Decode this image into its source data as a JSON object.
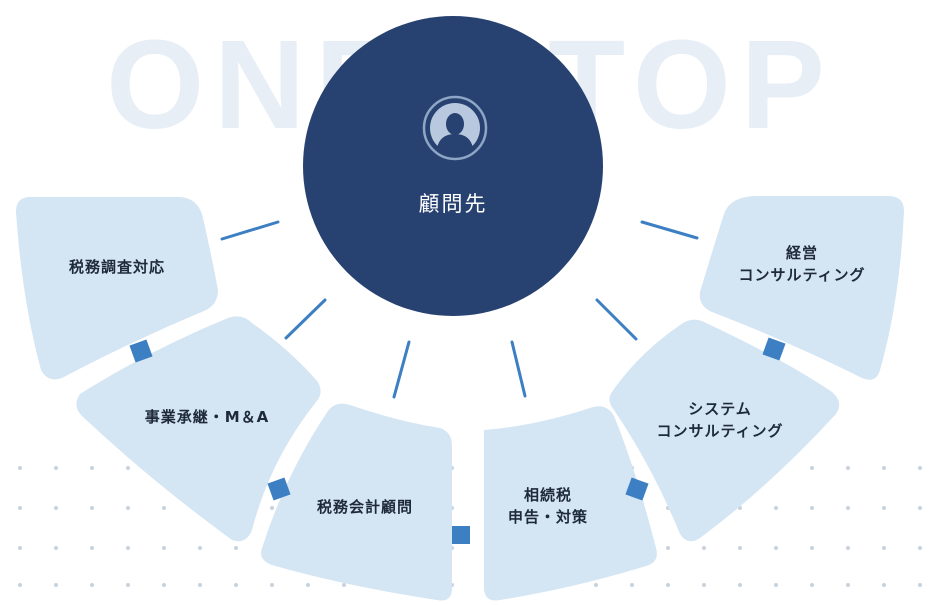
{
  "background_text": "ONE STOP",
  "center": {
    "label": "顧問先",
    "icon": "user-avatar-icon"
  },
  "services": {
    "s1": {
      "line1": "税務調査対応",
      "line2": ""
    },
    "s2": {
      "line1": "事業承継・M＆A",
      "line2": ""
    },
    "s3": {
      "line1": "税務会計顧問",
      "line2": ""
    },
    "s4": {
      "line1": "相続税",
      "line2": "申告・対策"
    },
    "s5": {
      "line1": "システム",
      "line2": "コンサルティング"
    },
    "s6": {
      "line1": "経営",
      "line2": "コンサルティング"
    }
  },
  "colors": {
    "center_fill": "#274271",
    "segment_fill": "#d4e5f3",
    "connector": "#3d7fc3",
    "background_text": "#e7eef6",
    "dots": "#c9d3de"
  }
}
